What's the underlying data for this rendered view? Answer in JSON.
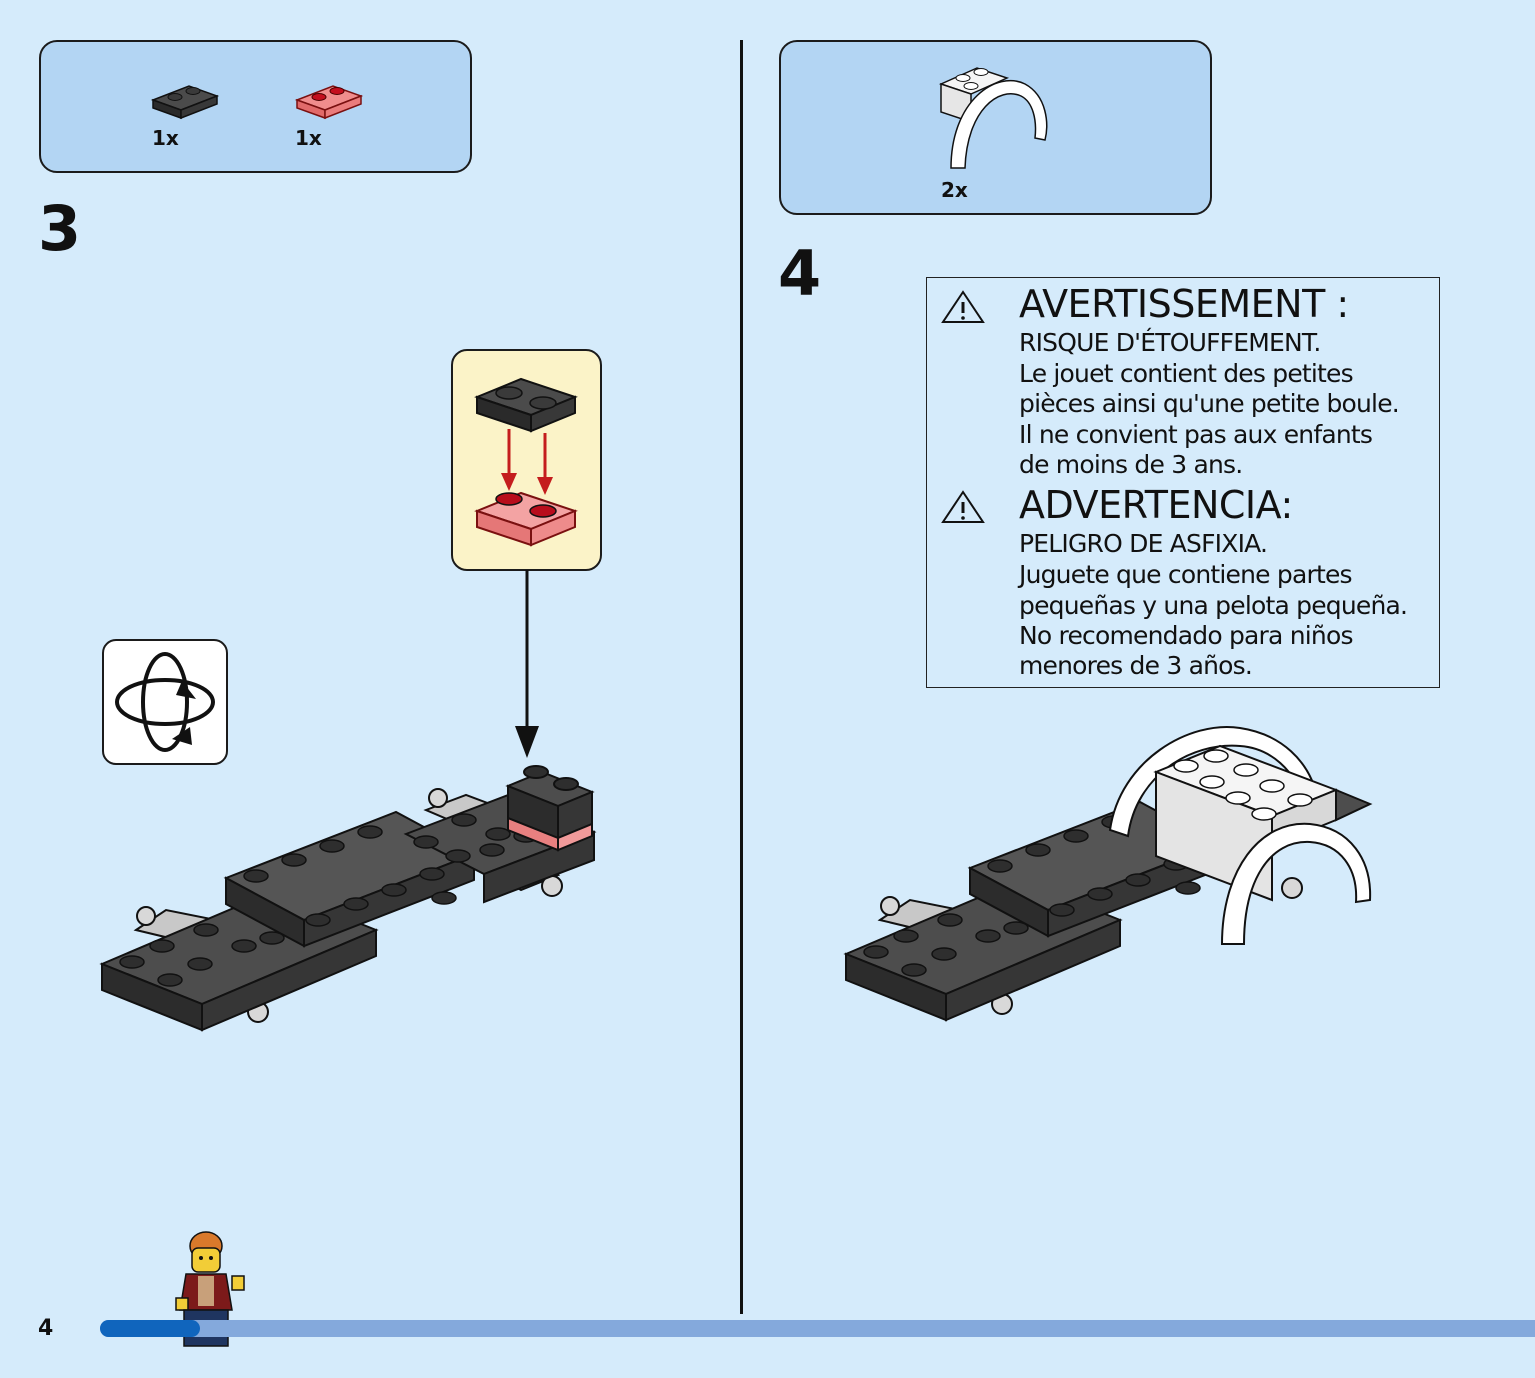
{
  "step3": {
    "number": "3",
    "parts": [
      {
        "qty": "1x",
        "icon": "black-plate-1x2-icon"
      },
      {
        "qty": "1x",
        "icon": "trans-red-plate-1x2-icon"
      }
    ]
  },
  "step4": {
    "number": "4",
    "parts": [
      {
        "qty": "2x",
        "icon": "white-wheel-arch-icon"
      }
    ]
  },
  "warning": {
    "fr_title": "AVERTISSEMENT :",
    "fr_subtitle": "RISQUE D'ÉTOUFFEMENT.",
    "fr_lines": [
      "Le jouet contient des petites",
      "pièces ainsi qu'une petite boule.",
      "Il ne convient pas aux enfants",
      "de moins de 3 ans."
    ],
    "es_title": "ADVERTENCIA:",
    "es_subtitle": "PELIGRO DE ASFIXIA.",
    "es_lines": [
      "Juguete que contiene partes",
      "pequeñas y una pelota pequeña.",
      "No recomendado para niños",
      "menores de 3 años."
    ]
  },
  "footer": {
    "page_number": "4",
    "progress_fraction": 0.07
  },
  "colors": {
    "background": "#d5ebfb",
    "parts_box": "#b3d5f3",
    "callout": "#fbf3c8",
    "progress_fill": "#1065bd",
    "progress_track": "#84a9dc"
  }
}
